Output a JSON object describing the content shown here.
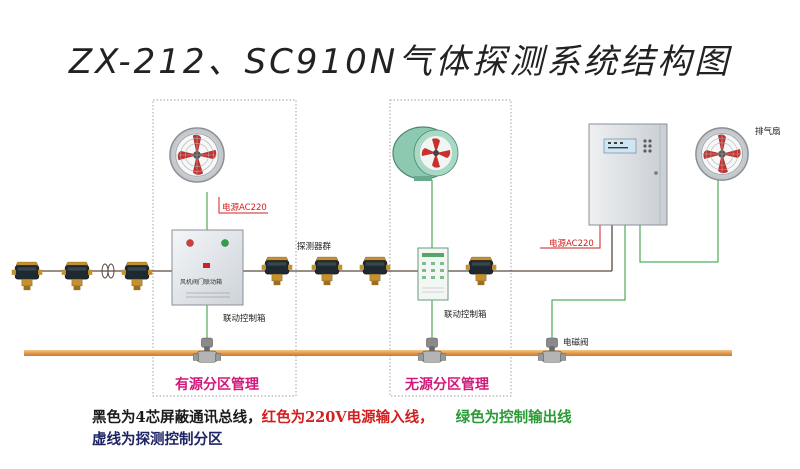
{
  "title": "ZX-212、SC910N气体探测系统结构图",
  "labels": {
    "power_left": "电源AC220",
    "power_right": "电源AC220",
    "detector_group": "探测器群",
    "control_box_left": "联动控制箱",
    "control_box_mid": "联动控制箱",
    "solenoid_valve": "电磁阀",
    "exhaust_fan": "排气扇",
    "box_panel_text": "风机阀门联动箱"
  },
  "zones": {
    "powered": "有源分区管理",
    "unpowered": "无源分区管理"
  },
  "legend": {
    "black": "黑色为4芯屏蔽通讯总线，",
    "red": "红色为220V电源输入线，",
    "green": "绿色为控制输出线",
    "dashed": "虚线为探测控制分区"
  },
  "colors": {
    "bus": "#5a4a42",
    "power": "#d21f1f",
    "control": "#2a9a35",
    "pipe": "#e8a35a",
    "zone_border": "#9a9a9a"
  }
}
